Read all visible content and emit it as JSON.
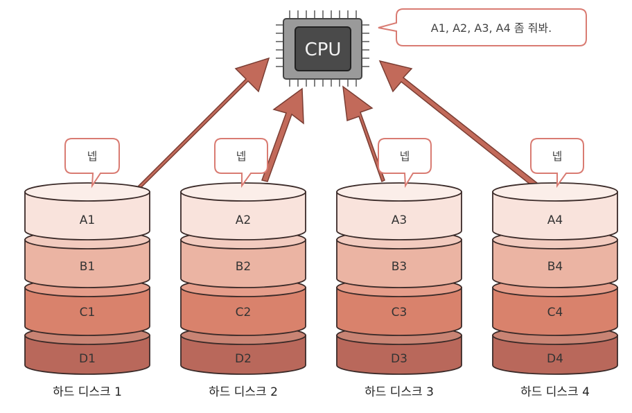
{
  "cpu": {
    "label": "CPU",
    "speech": "A1, A2, A3, A4 좀 줘봐."
  },
  "disks": [
    {
      "caption": "하드 디스크 1",
      "response": "넵",
      "blocks": [
        "A1",
        "B1",
        "C1",
        "D1"
      ]
    },
    {
      "caption": "하드 디스크 2",
      "response": "넵",
      "blocks": [
        "A2",
        "B2",
        "C2",
        "D2"
      ]
    },
    {
      "caption": "하드 디스크 3",
      "response": "넵",
      "blocks": [
        "A3",
        "B3",
        "C3",
        "D3"
      ]
    },
    {
      "caption": "하드 디스크 4",
      "response": "넵",
      "blocks": [
        "A4",
        "B4",
        "C4",
        "D4"
      ]
    }
  ],
  "colors": {
    "level_fills": [
      "#f9e3dc",
      "#ebb4a3",
      "#d9826c",
      "#b9685b"
    ],
    "level_tops": [
      "#fbeee9",
      "#f2cbbf",
      "#e69e8b",
      "#c98474"
    ],
    "arrow": "#c26a5a",
    "bubble_border": "#d97b72",
    "cpu_body": "#9a9a9a",
    "cpu_core": "#4a4a4a"
  }
}
